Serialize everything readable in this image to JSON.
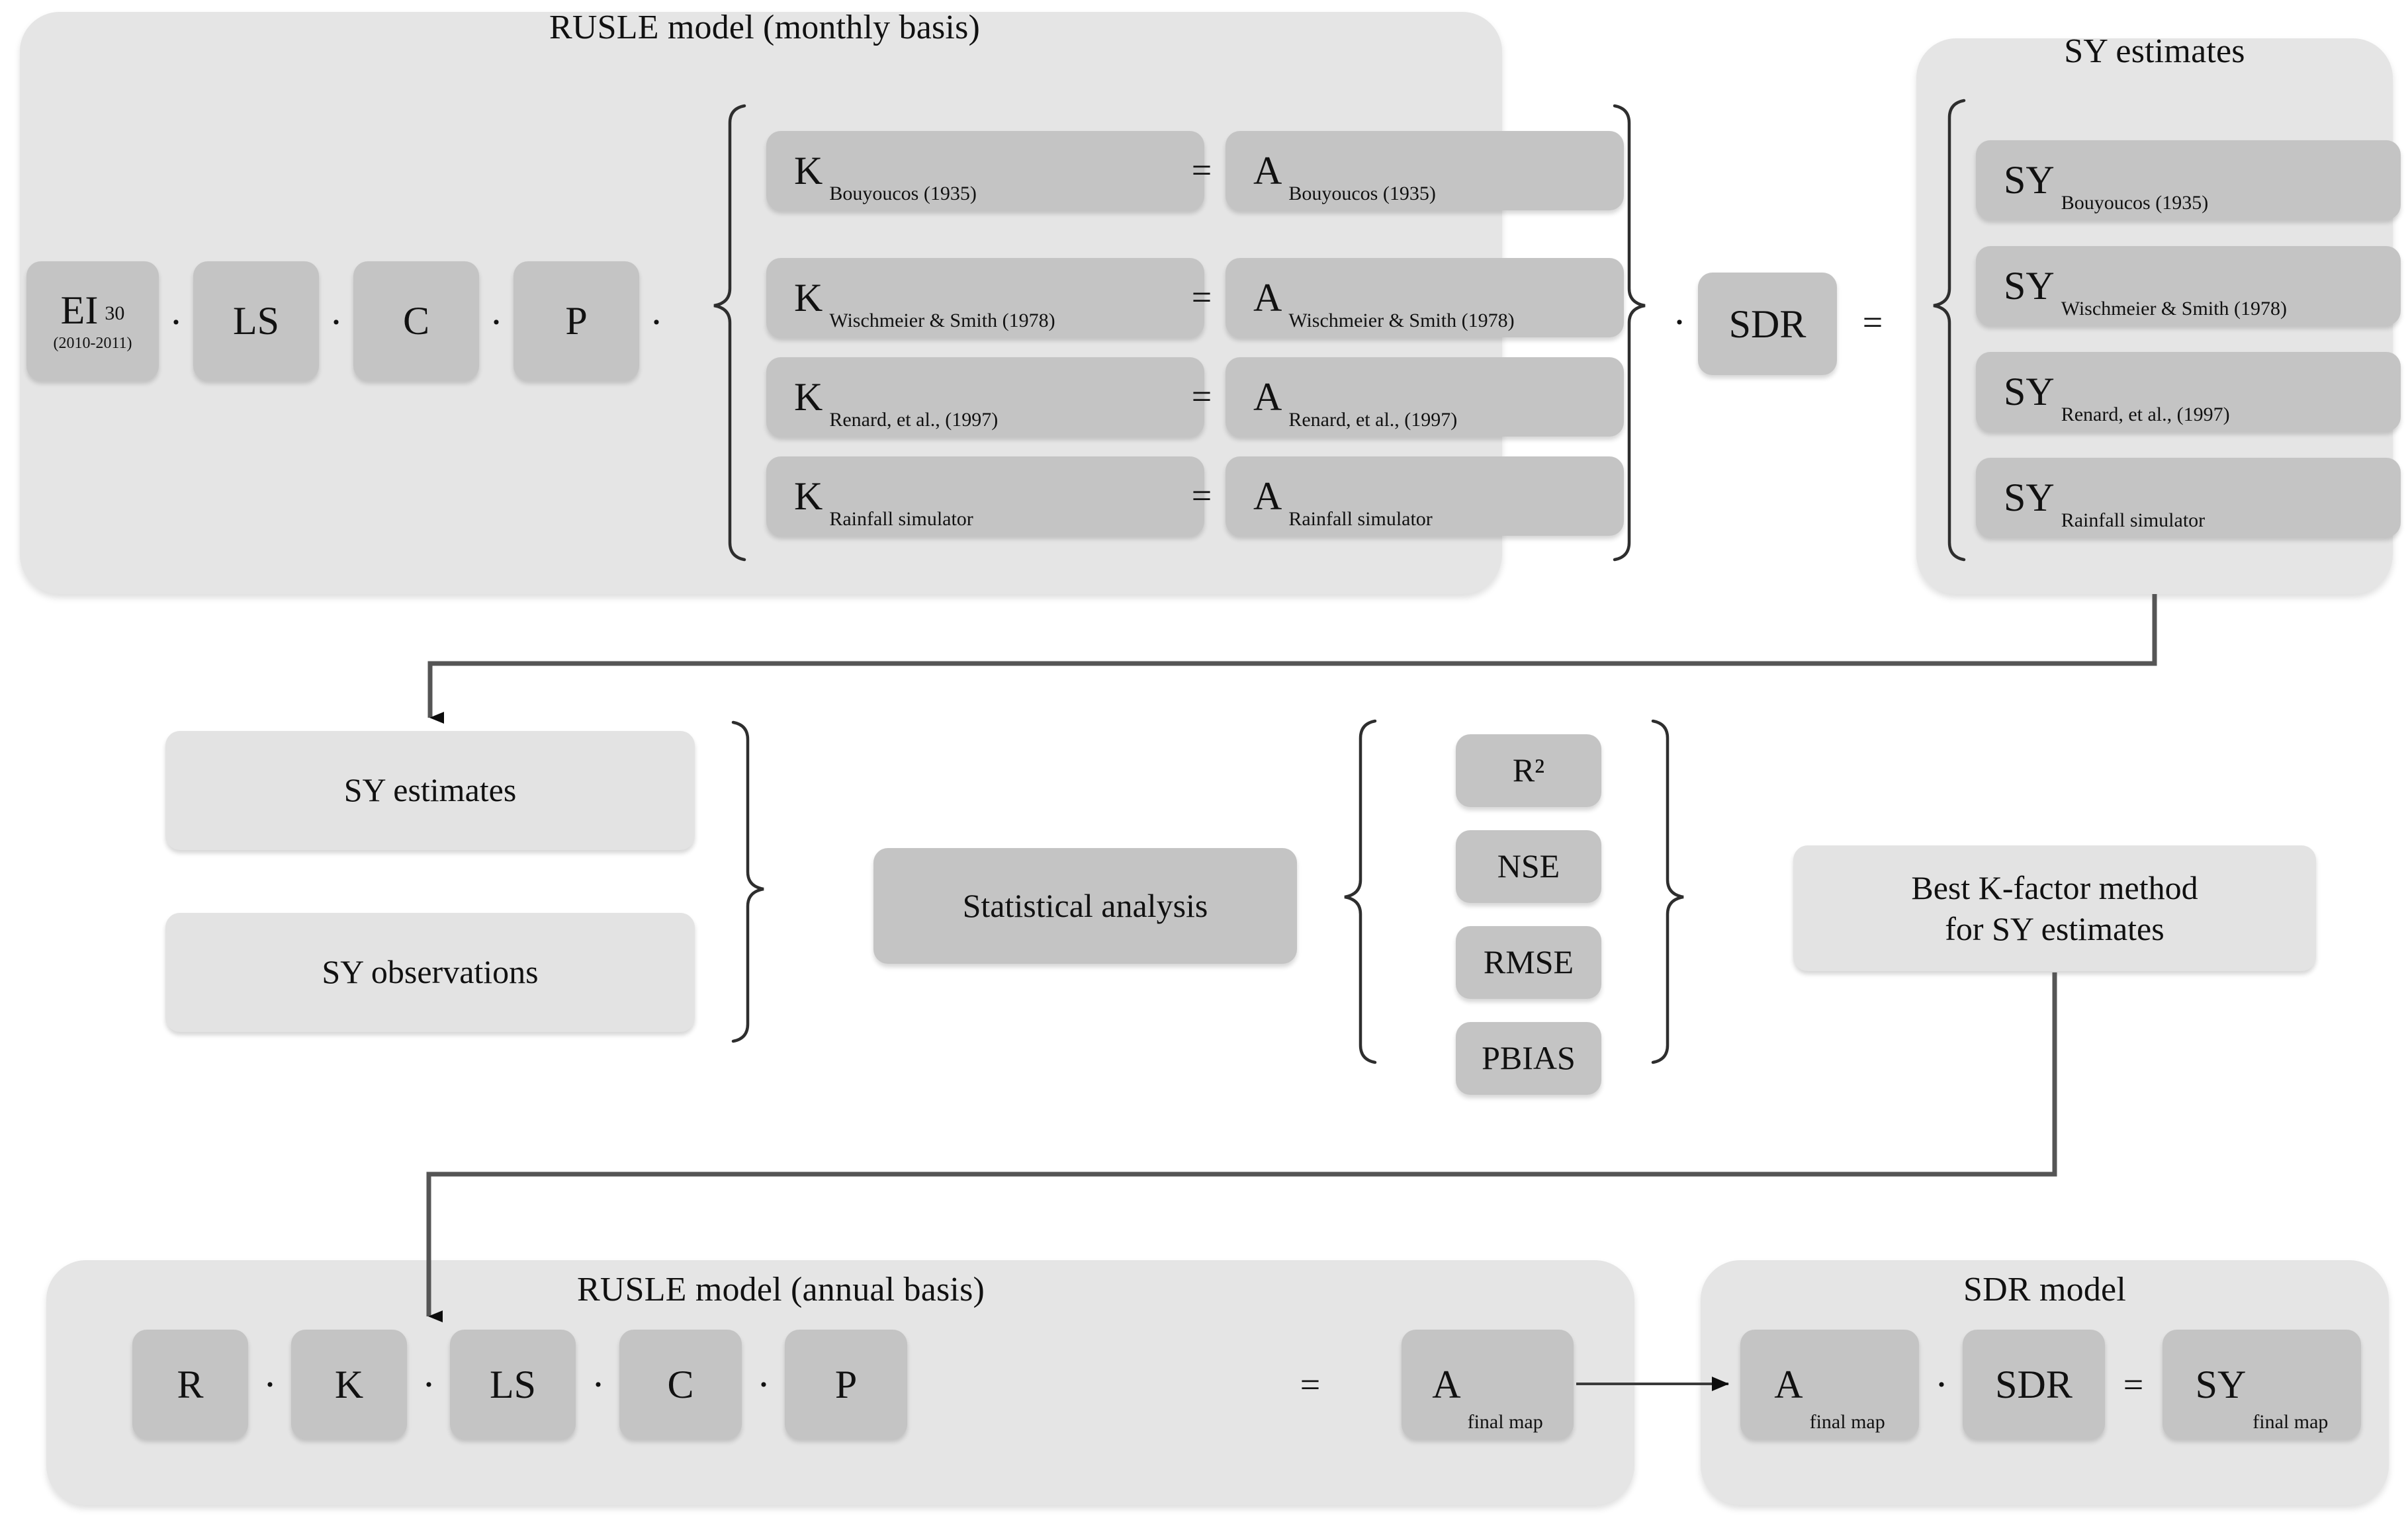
{
  "top": {
    "rusle_monthly": {
      "title": "RUSLE model (monthly basis)",
      "factors": [
        {
          "main": "EI",
          "sub": "30",
          "note": "(2010-2011)"
        },
        {
          "main": "LS",
          "sub": "",
          "note": ""
        },
        {
          "main": "C",
          "sub": "",
          "note": ""
        },
        {
          "main": "P",
          "sub": "",
          "note": ""
        }
      ],
      "multiply_symbol": "·",
      "equals_symbol": "=",
      "k_factors": [
        {
          "main": "K",
          "sub": "Bouyoucos (1935)"
        },
        {
          "main": "K",
          "sub": "Wischmeier & Smith (1978)"
        },
        {
          "main": "K",
          "sub": "Renard, et al., (1997)"
        },
        {
          "main": "K",
          "sub": "Rainfall simulator"
        }
      ],
      "a_factors": [
        {
          "main": "A",
          "sub": "Bouyoucos (1935)"
        },
        {
          "main": "A",
          "sub": "Wischmeier & Smith (1978)"
        },
        {
          "main": "A",
          "sub": "Renard, et al., (1997)"
        },
        {
          "main": "A",
          "sub": "Rainfall simulator"
        }
      ]
    },
    "sdr_chip": "SDR",
    "sy_panel": {
      "title": "SY estimates",
      "items": [
        {
          "main": "SY",
          "sub": "Bouyoucos (1935)"
        },
        {
          "main": "SY",
          "sub": "Wischmeier & Smith (1978)"
        },
        {
          "main": "SY",
          "sub": "Renard, et al., (1997)"
        },
        {
          "main": "SY",
          "sub": "Rainfall simulator"
        }
      ]
    }
  },
  "middle": {
    "inputs": [
      {
        "label": "SY estimates"
      },
      {
        "label": "SY observations"
      }
    ],
    "analysis": {
      "label": "Statistical analysis"
    },
    "metrics": [
      {
        "label": "R²"
      },
      {
        "label": "NSE"
      },
      {
        "label": "RMSE"
      },
      {
        "label": "PBIAS"
      }
    ],
    "result": {
      "line1": "Best K-factor method",
      "line2": "for SY estimates"
    }
  },
  "bottom": {
    "rusle_annual": {
      "title": "RUSLE model (annual basis)",
      "factors": [
        {
          "main": "R",
          "sub": ""
        },
        {
          "main": "K",
          "sub": ""
        },
        {
          "main": "LS",
          "sub": ""
        },
        {
          "main": "C",
          "sub": ""
        },
        {
          "main": "P",
          "sub": ""
        }
      ],
      "multiply_symbol": "·",
      "equals_symbol": "=",
      "output": {
        "main": "A",
        "sub": "final map"
      }
    },
    "sdr_model": {
      "title": "SDR model",
      "input": {
        "main": "A",
        "sub": "final map"
      },
      "sdr": {
        "main": "SDR",
        "sub": ""
      },
      "multiply_symbol": "·",
      "equals_symbol": "=",
      "output": {
        "main": "SY",
        "sub": "final map"
      }
    }
  },
  "colors": {
    "panel_bg": "#e5e5e5",
    "chip_bg": "#c4c4c4",
    "chip_light_bg": "#e3e3e3",
    "stroke": "#3a3a3a",
    "text": "#111111"
  }
}
